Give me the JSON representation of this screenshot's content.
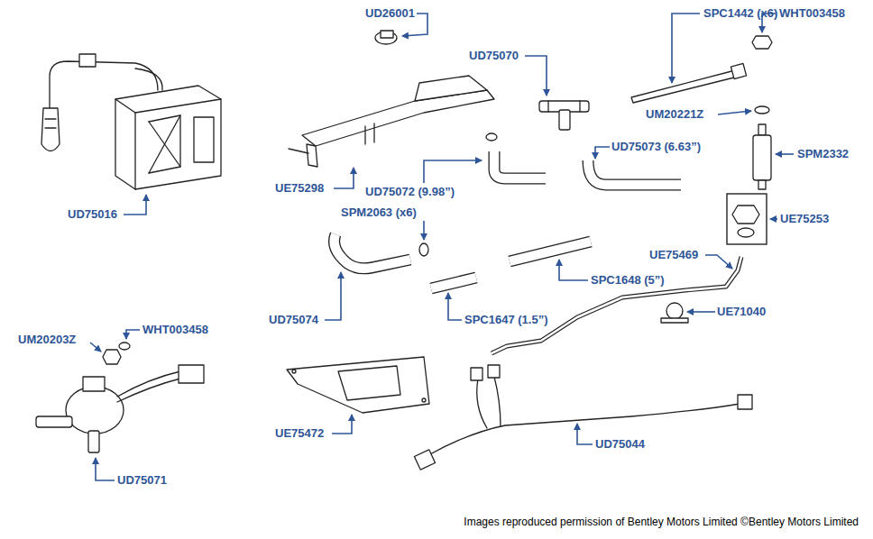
{
  "diagram": {
    "caption": "Images reproduced permission of Bentley Motors Limited ©Bentley Motors Limited",
    "labels": [
      "UD26001",
      "SPC1442 (x6)",
      "WHT003458",
      "UD75070",
      "UM20221Z",
      "UD75073 (6.63”)",
      "SPM2332",
      "UE75298",
      "UD75072 (9.98”)",
      "UD75016",
      "SPM2063 (x6)",
      "UE75253",
      "UE75469",
      "SPC1648 (5”)",
      "UE71040",
      "UD75074",
      "SPC1647 (1.5”)",
      "WHT003458",
      "UM20203Z",
      "UE75472",
      "UD75044",
      "UD75071"
    ]
  }
}
